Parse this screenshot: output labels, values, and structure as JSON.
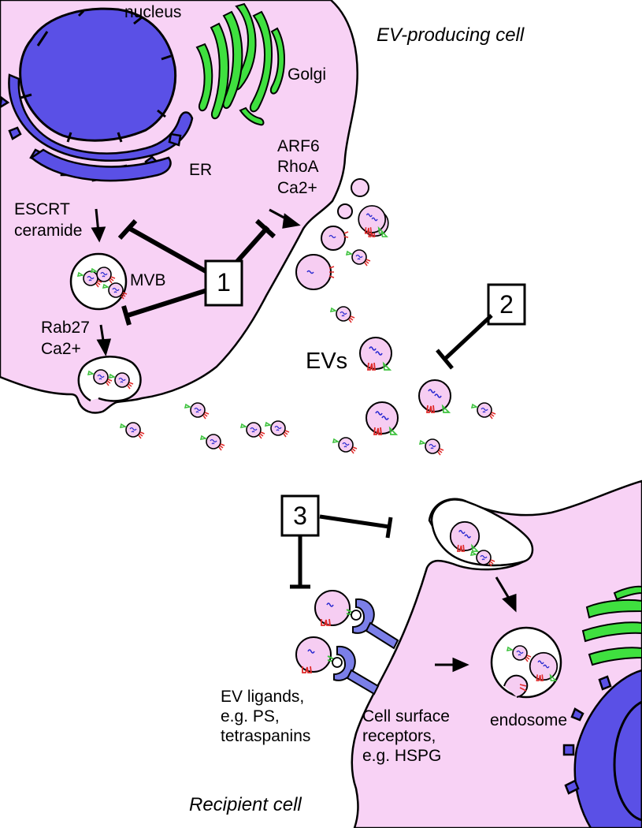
{
  "labels": {
    "nucleus": "nucleus",
    "golgi": "Golgi",
    "er": "ER",
    "producing_cell": "EV-producing cell",
    "arf6": "ARF6",
    "rhoa": "RhoA",
    "ca_top": "Ca2+",
    "escrt": "ESCRT",
    "ceramide": "ceramide",
    "mvb": "MVB",
    "rab27": "Rab27",
    "ca_bottom": "Ca2+",
    "evs": "EVs",
    "ev_ligands_1": "EV ligands,",
    "ev_ligands_2": "e.g. PS,",
    "ev_ligands_3": "tetraspanins",
    "receptors_1": "Cell surface",
    "receptors_2": "receptors,",
    "receptors_3": "e.g. HSPG",
    "endosome": "endosome",
    "recipient_cell": "Recipient cell"
  },
  "boxes": {
    "box1": "1",
    "box2": "2",
    "box3": "3"
  },
  "colors": {
    "cell": "#f8d2f5",
    "vesicle": "#f6cdf2",
    "nucleus": "#5a50e6",
    "golgi": "#3fe03f",
    "receptor": "#7b7fe8",
    "ligand_red": "#e02b2b",
    "ligand_green": "#3fc23f",
    "cargo": "#2a2ad0"
  }
}
